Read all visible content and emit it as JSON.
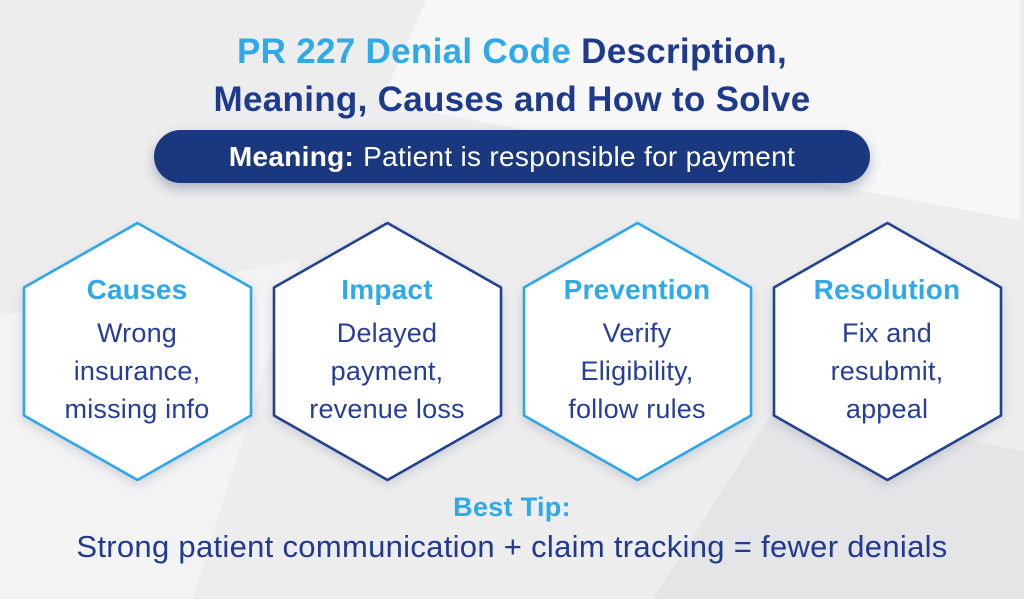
{
  "title": {
    "highlight": "PR 227 Denial Code",
    "rest": " Description,",
    "line2": "Meaning, Causes and How to Solve"
  },
  "meaning_pill": {
    "label": "Meaning:",
    "text": "Patient is responsible for payment"
  },
  "hexagons": [
    {
      "heading": "Causes",
      "body": "Wrong\ninsurance,\nmissing info",
      "border_color": "#2ba7e9"
    },
    {
      "heading": "Impact",
      "body": "Delayed\npayment,\nrevenue loss",
      "border_color": "#23418f"
    },
    {
      "heading": "Prevention",
      "body": "Verify\nEligibility,\nfollow rules",
      "border_color": "#2ba7e9"
    },
    {
      "heading": "Resolution",
      "body": "Fix and\nresubmit,\nappeal",
      "border_color": "#23418f"
    }
  ],
  "best_tip": {
    "label": "Best Tip:",
    "text": "Strong patient communication + claim tracking = fewer denials"
  },
  "colors": {
    "background": "#ededee",
    "accent_light_blue": "#2fa9e8",
    "title_navy": "#1e3a8c",
    "body_navy": "#273e99",
    "pill_background": "#19387f",
    "pill_text": "#ffffff"
  }
}
